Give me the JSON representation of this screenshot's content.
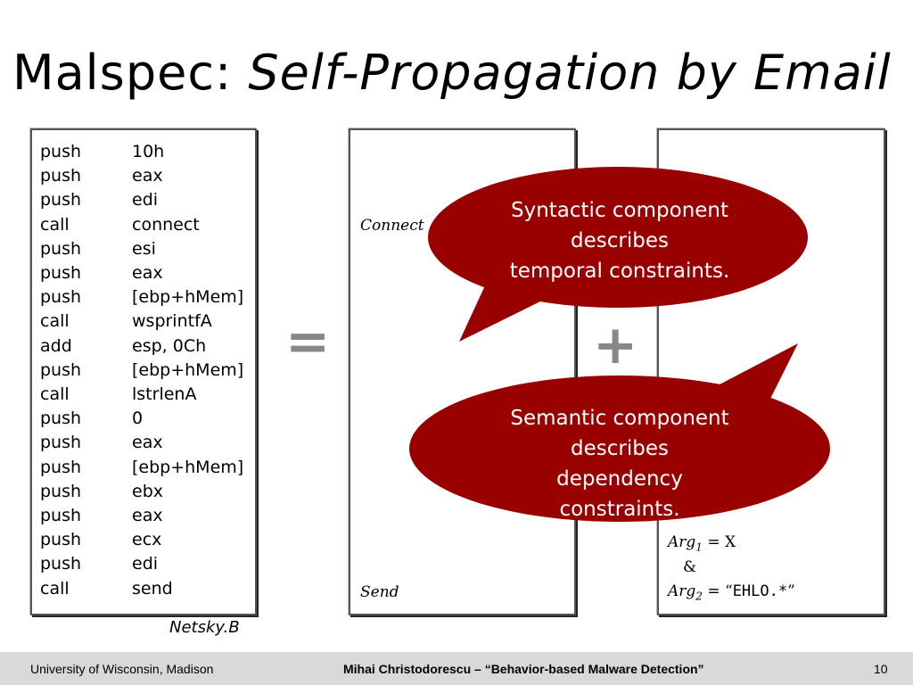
{
  "slide": {
    "title_plain": "Malspec: ",
    "title_italic": "Self-Propagation by Email",
    "code": [
      {
        "op": "push",
        "arg": "10h"
      },
      {
        "op": "push",
        "arg": "eax"
      },
      {
        "op": "push",
        "arg": "edi"
      },
      {
        "op": "call",
        "arg": "connect"
      },
      {
        "op": "push",
        "arg": "esi"
      },
      {
        "op": "push",
        "arg": "eax"
      },
      {
        "op": "push",
        "arg": "[ebp+hMem]"
      },
      {
        "op": "call",
        "arg": "wsprintfA"
      },
      {
        "op": "add",
        "arg": "esp, 0Ch"
      },
      {
        "op": "push",
        "arg": "[ebp+hMem]"
      },
      {
        "op": "call",
        "arg": "lstrlenA"
      },
      {
        "op": "push",
        "arg": "0"
      },
      {
        "op": "push",
        "arg": "eax"
      },
      {
        "op": "push",
        "arg": "[ebp+hMem]"
      },
      {
        "op": "push",
        "arg": "ebx"
      },
      {
        "op": "push",
        "arg": "eax"
      },
      {
        "op": "push",
        "arg": "ecx"
      },
      {
        "op": "push",
        "arg": "edi"
      },
      {
        "op": "call",
        "arg": "send"
      }
    ],
    "code_caption": "Netsky.B",
    "equals": "=",
    "plus": "+",
    "connect_label": "Connect",
    "send_label": "Send",
    "bubble_syntactic": [
      "Syntactic component",
      "describes",
      "temporal constraints."
    ],
    "bubble_semantic": [
      "Semantic component",
      "describes",
      "dependency",
      "constraints."
    ],
    "constraint": {
      "arg1": "Arg",
      "arg1_sub": "1",
      "arg1_rest": " = X",
      "and": "&",
      "arg2": "Arg",
      "arg2_sub": "2",
      "arg2_eq": " = “",
      "arg2_value": "EHLO.*",
      "arg2_close": "”"
    },
    "bubble_color": "#990000"
  },
  "footer": {
    "left": "University of Wisconsin, Madison",
    "center": "Mihai Christodorescu – “Behavior-based Malware Detection”",
    "page": "10"
  }
}
